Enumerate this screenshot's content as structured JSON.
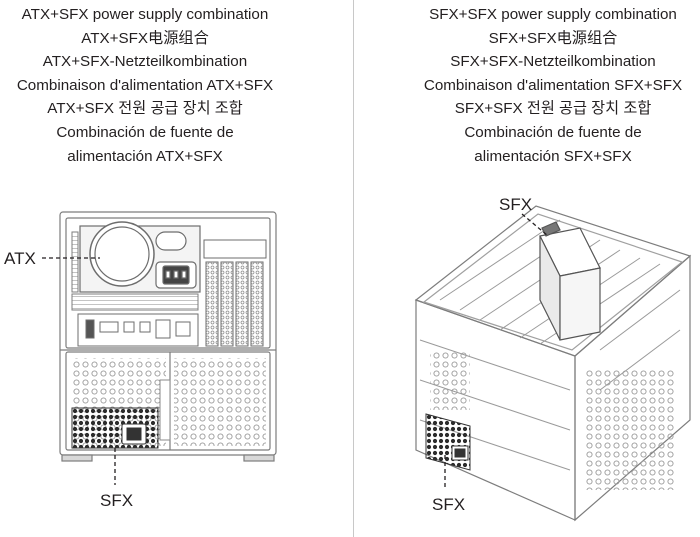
{
  "left_caption": {
    "lines": [
      "ATX+SFX power supply combination",
      "ATX+SFX电源组合",
      "ATX+SFX-Netzteilkombination",
      "Combinaison d'alimentation ATX+SFX",
      "ATX+SFX 전원 공급 장치 조합",
      "Combinación de fuente de",
      "alimentación ATX+SFX"
    ]
  },
  "right_caption": {
    "lines": [
      "SFX+SFX power supply combination",
      "SFX+SFX电源组合",
      "SFX+SFX-Netzteilkombination",
      "Combinaison d'alimentation SFX+SFX",
      "SFX+SFX 전원 공급 장치 조합",
      "Combinación de fuente de",
      "alimentación SFX+SFX"
    ]
  },
  "left_figure": {
    "label_atx": "ATX",
    "label_sfx": "SFX"
  },
  "right_figure": {
    "label_top": "SFX",
    "label_bottom": "SFX"
  }
}
